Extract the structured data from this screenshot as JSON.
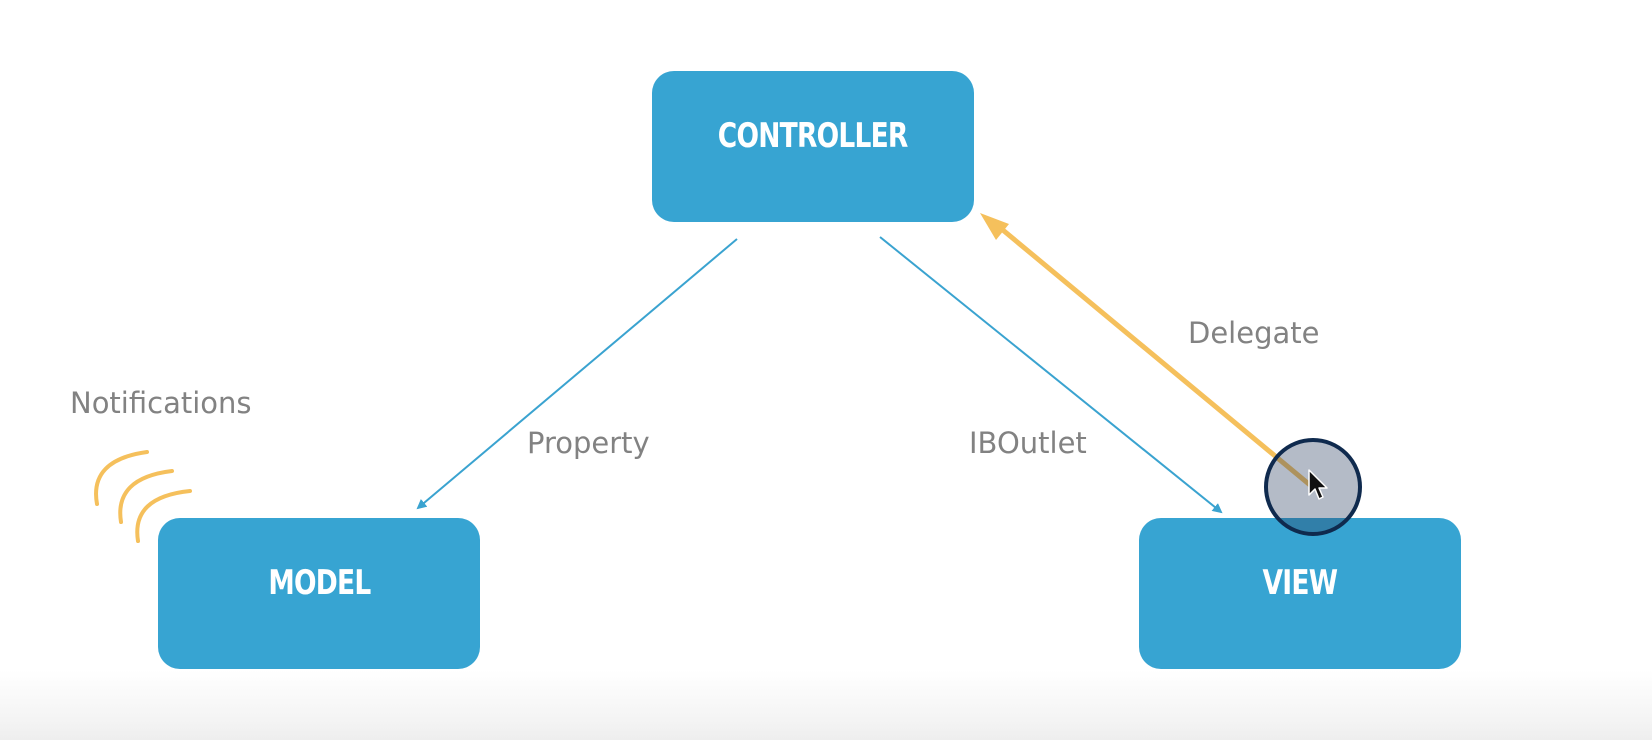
{
  "nodes": {
    "controller": "CONTROLLER",
    "model": "MODEL",
    "view": "VIEW"
  },
  "labels": {
    "notifications": "Notifications",
    "property": "Property",
    "iboutlet": "IBOutlet",
    "delegate": "Delegate"
  },
  "colors": {
    "node_fill": "#37a4d2",
    "node_text": "#ffffff",
    "connector": "#3aa3d0",
    "delegate_arrow": "#f5c05c",
    "notification_waves": "#f5c05c",
    "label_text": "#828282"
  },
  "icons": {
    "cursor": "mouse-pointer-icon",
    "notification": "broadcast-waves-icon"
  }
}
